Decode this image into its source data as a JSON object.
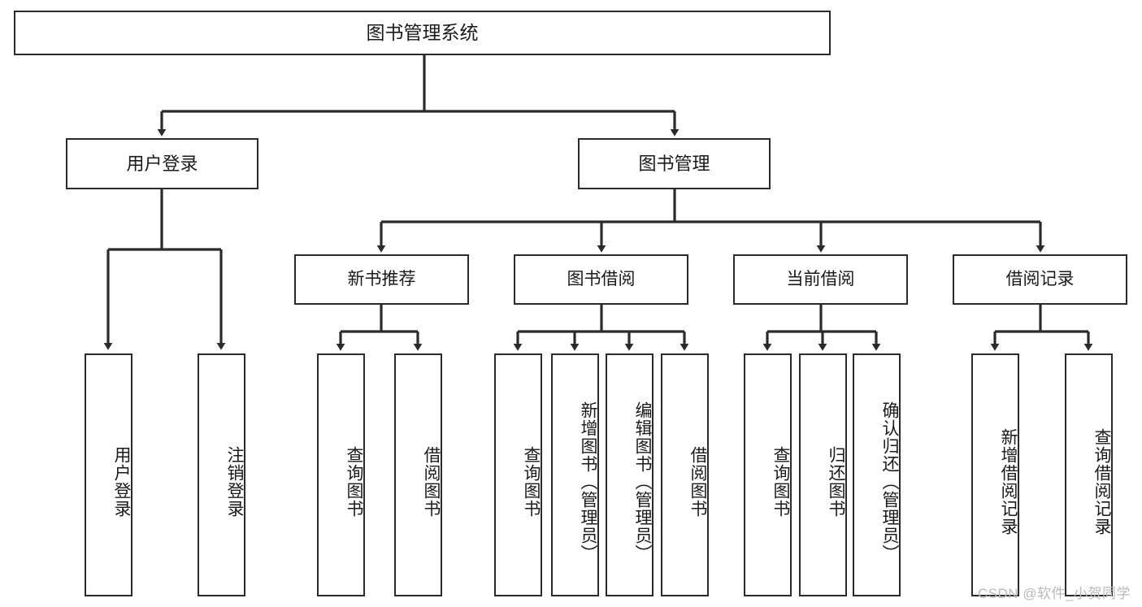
{
  "diagram": {
    "type": "tree",
    "title": "图书管理系统",
    "watermark": "CSDN @软件_小贺同学",
    "colors": {
      "box_border": "#2b2b2b",
      "box_fill": "#ffffff",
      "connector": "#2b2b2b",
      "background": "#ffffff",
      "watermark": "#b9b9b9"
    },
    "nodes": {
      "root": {
        "label": "图书管理系统"
      },
      "level2": [
        {
          "id": "user-login",
          "label": "用户登录"
        },
        {
          "id": "book-management",
          "label": "图书管理"
        }
      ],
      "level3": [
        {
          "id": "new-book-recommend",
          "label": "新书推荐"
        },
        {
          "id": "book-borrow",
          "label": "图书借阅"
        },
        {
          "id": "current-borrow",
          "label": "当前借阅"
        },
        {
          "id": "borrow-record",
          "label": "借阅记录"
        }
      ],
      "leaves": {
        "user_login": [
          {
            "id": "leaf-user-login",
            "label": "用户登录"
          },
          {
            "id": "leaf-logout-login",
            "label": "注销登录"
          }
        ],
        "new_book_recommend": [
          {
            "id": "leaf-query-book-1",
            "label": "查询图书"
          },
          {
            "id": "leaf-borrow-book-1",
            "label": "借阅图书"
          }
        ],
        "book_borrow": [
          {
            "id": "leaf-query-book-2",
            "label": "查询图书"
          },
          {
            "id": "leaf-add-book",
            "label": "新增图书（管理员）"
          },
          {
            "id": "leaf-edit-book",
            "label": "编辑图书（管理员）"
          },
          {
            "id": "leaf-borrow-book-2",
            "label": "借阅图书"
          }
        ],
        "current_borrow": [
          {
            "id": "leaf-query-book-3",
            "label": "查询图书"
          },
          {
            "id": "leaf-return-book",
            "label": "归还图书"
          },
          {
            "id": "leaf-confirm-return",
            "label": "确认归还（管理员）"
          }
        ],
        "borrow_record": [
          {
            "id": "leaf-add-borrow-record",
            "label": "新增借阅记录"
          },
          {
            "id": "leaf-query-borrow-record",
            "label": "查询借阅记录"
          }
        ]
      }
    }
  }
}
